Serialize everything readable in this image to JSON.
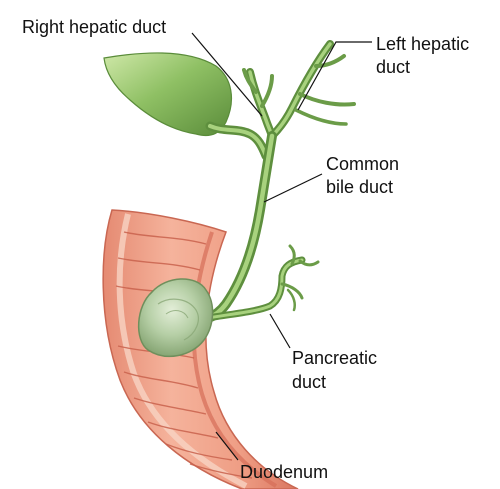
{
  "labels": {
    "right_hepatic_duct": "Right hepatic duct",
    "left_hepatic_duct_line1": "Left hepatic",
    "left_hepatic_duct_line2": "duct",
    "common_bile_duct_line1": "Common",
    "common_bile_duct_line2": "bile duct",
    "pancreatic_duct_line1": "Pancreatic",
    "pancreatic_duct_line2": "duct",
    "duodenum": "Duodenum"
  },
  "colors": {
    "background": "#ffffff",
    "duct_green": "#7fb35a",
    "duct_green_dark": "#5e8f3e",
    "duct_green_light": "#b9dc92",
    "duodenum_pink": "#ef9e85",
    "duodenum_wall": "#e2806a",
    "duodenum_light": "#f7c7b5",
    "stone_green": "#a9c79a",
    "label_text": "#111111"
  }
}
